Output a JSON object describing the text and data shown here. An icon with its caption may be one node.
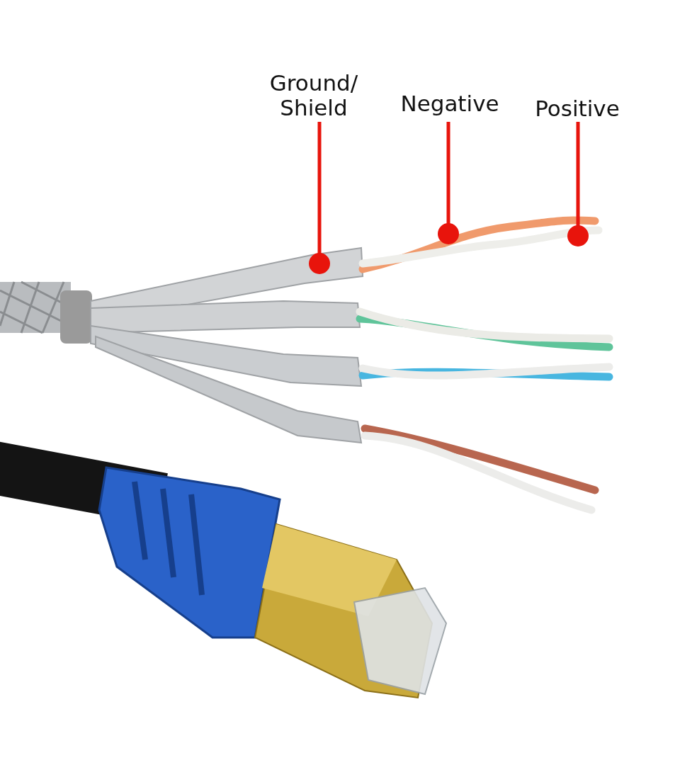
{
  "diagram": {
    "nodes": [
      {
        "text": [
          "Ground/ Shield"
        ]
      },
      {
        "text": [
          "Negative"
        ]
      },
      {
        "text": [
          "Positive"
        ]
      }
    ],
    "edges": [
      {
        "from": 0,
        "to": null,
        "arrow": "other",
        "color": "#e8140c"
      },
      {
        "from": 1,
        "to": null,
        "arrow": "other",
        "color": "#e8140c"
      },
      {
        "from": 2,
        "to": null,
        "arrow": "other",
        "color": "#e8140c"
      }
    ]
  }
}
